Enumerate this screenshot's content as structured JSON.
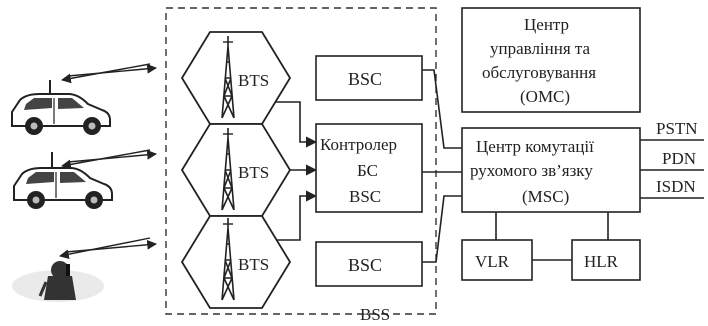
{
  "bss": {
    "label": "BSS"
  },
  "bts": [
    {
      "label": "BTS"
    },
    {
      "label": "BTS"
    },
    {
      "label": "BTS"
    }
  ],
  "bsc_top": {
    "label": "BSC"
  },
  "bsc_bottom": {
    "label": "BSC"
  },
  "controller": {
    "line1": "Контролер",
    "line2": "БС",
    "line3": "BSC"
  },
  "omc": {
    "line1": "Центр",
    "line2": "управління та",
    "line3": "обслуговування",
    "line4": "(ОМС)"
  },
  "msc": {
    "line1": "Центр комутації",
    "line2": "рухомого зв’язку",
    "line3": "(MSC)"
  },
  "vlr": {
    "label": "VLR"
  },
  "hlr": {
    "label": "HLR"
  },
  "networks": [
    {
      "label": "PSTN"
    },
    {
      "label": "PDN"
    },
    {
      "label": "ISDN"
    }
  ],
  "mobiles": [
    {
      "icon": "car-icon"
    },
    {
      "icon": "car-icon"
    },
    {
      "icon": "person-phone-icon"
    }
  ]
}
